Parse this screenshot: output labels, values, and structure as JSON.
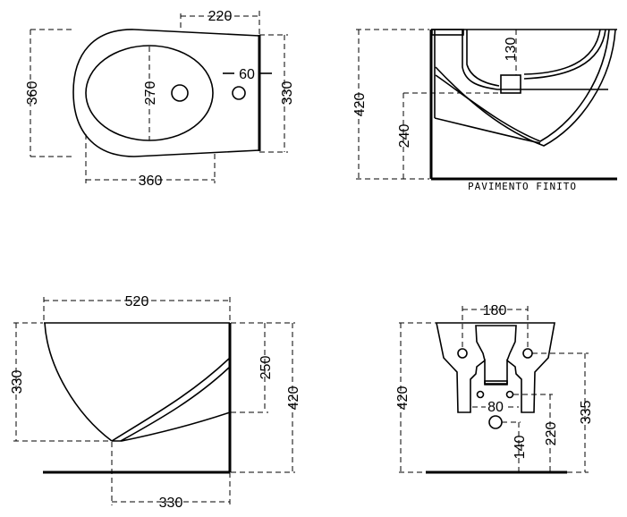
{
  "views": {
    "top": {
      "dims": {
        "width_rear": "220",
        "depth_total": "360",
        "inner_width": "270",
        "rear_width": "330",
        "tap_offset": "60",
        "bowl_length": "360"
      }
    },
    "side_section": {
      "dims": {
        "height": "420",
        "outlet_height": "240",
        "drain_depth": "130"
      },
      "floor_label": "PAVIMENTO FINITO"
    },
    "side": {
      "dims": {
        "length": "520",
        "front_height": "330",
        "rear_inlet": "250",
        "height": "420",
        "base_offset": "330"
      }
    },
    "rear": {
      "dims": {
        "fixing_spacing": "180",
        "pipe_spacing": "80",
        "height": "420",
        "fixing_height": "335",
        "pipe_height": "220",
        "outlet_height": "140"
      }
    }
  },
  "colors": {
    "line": "#000000",
    "background": "#ffffff"
  }
}
